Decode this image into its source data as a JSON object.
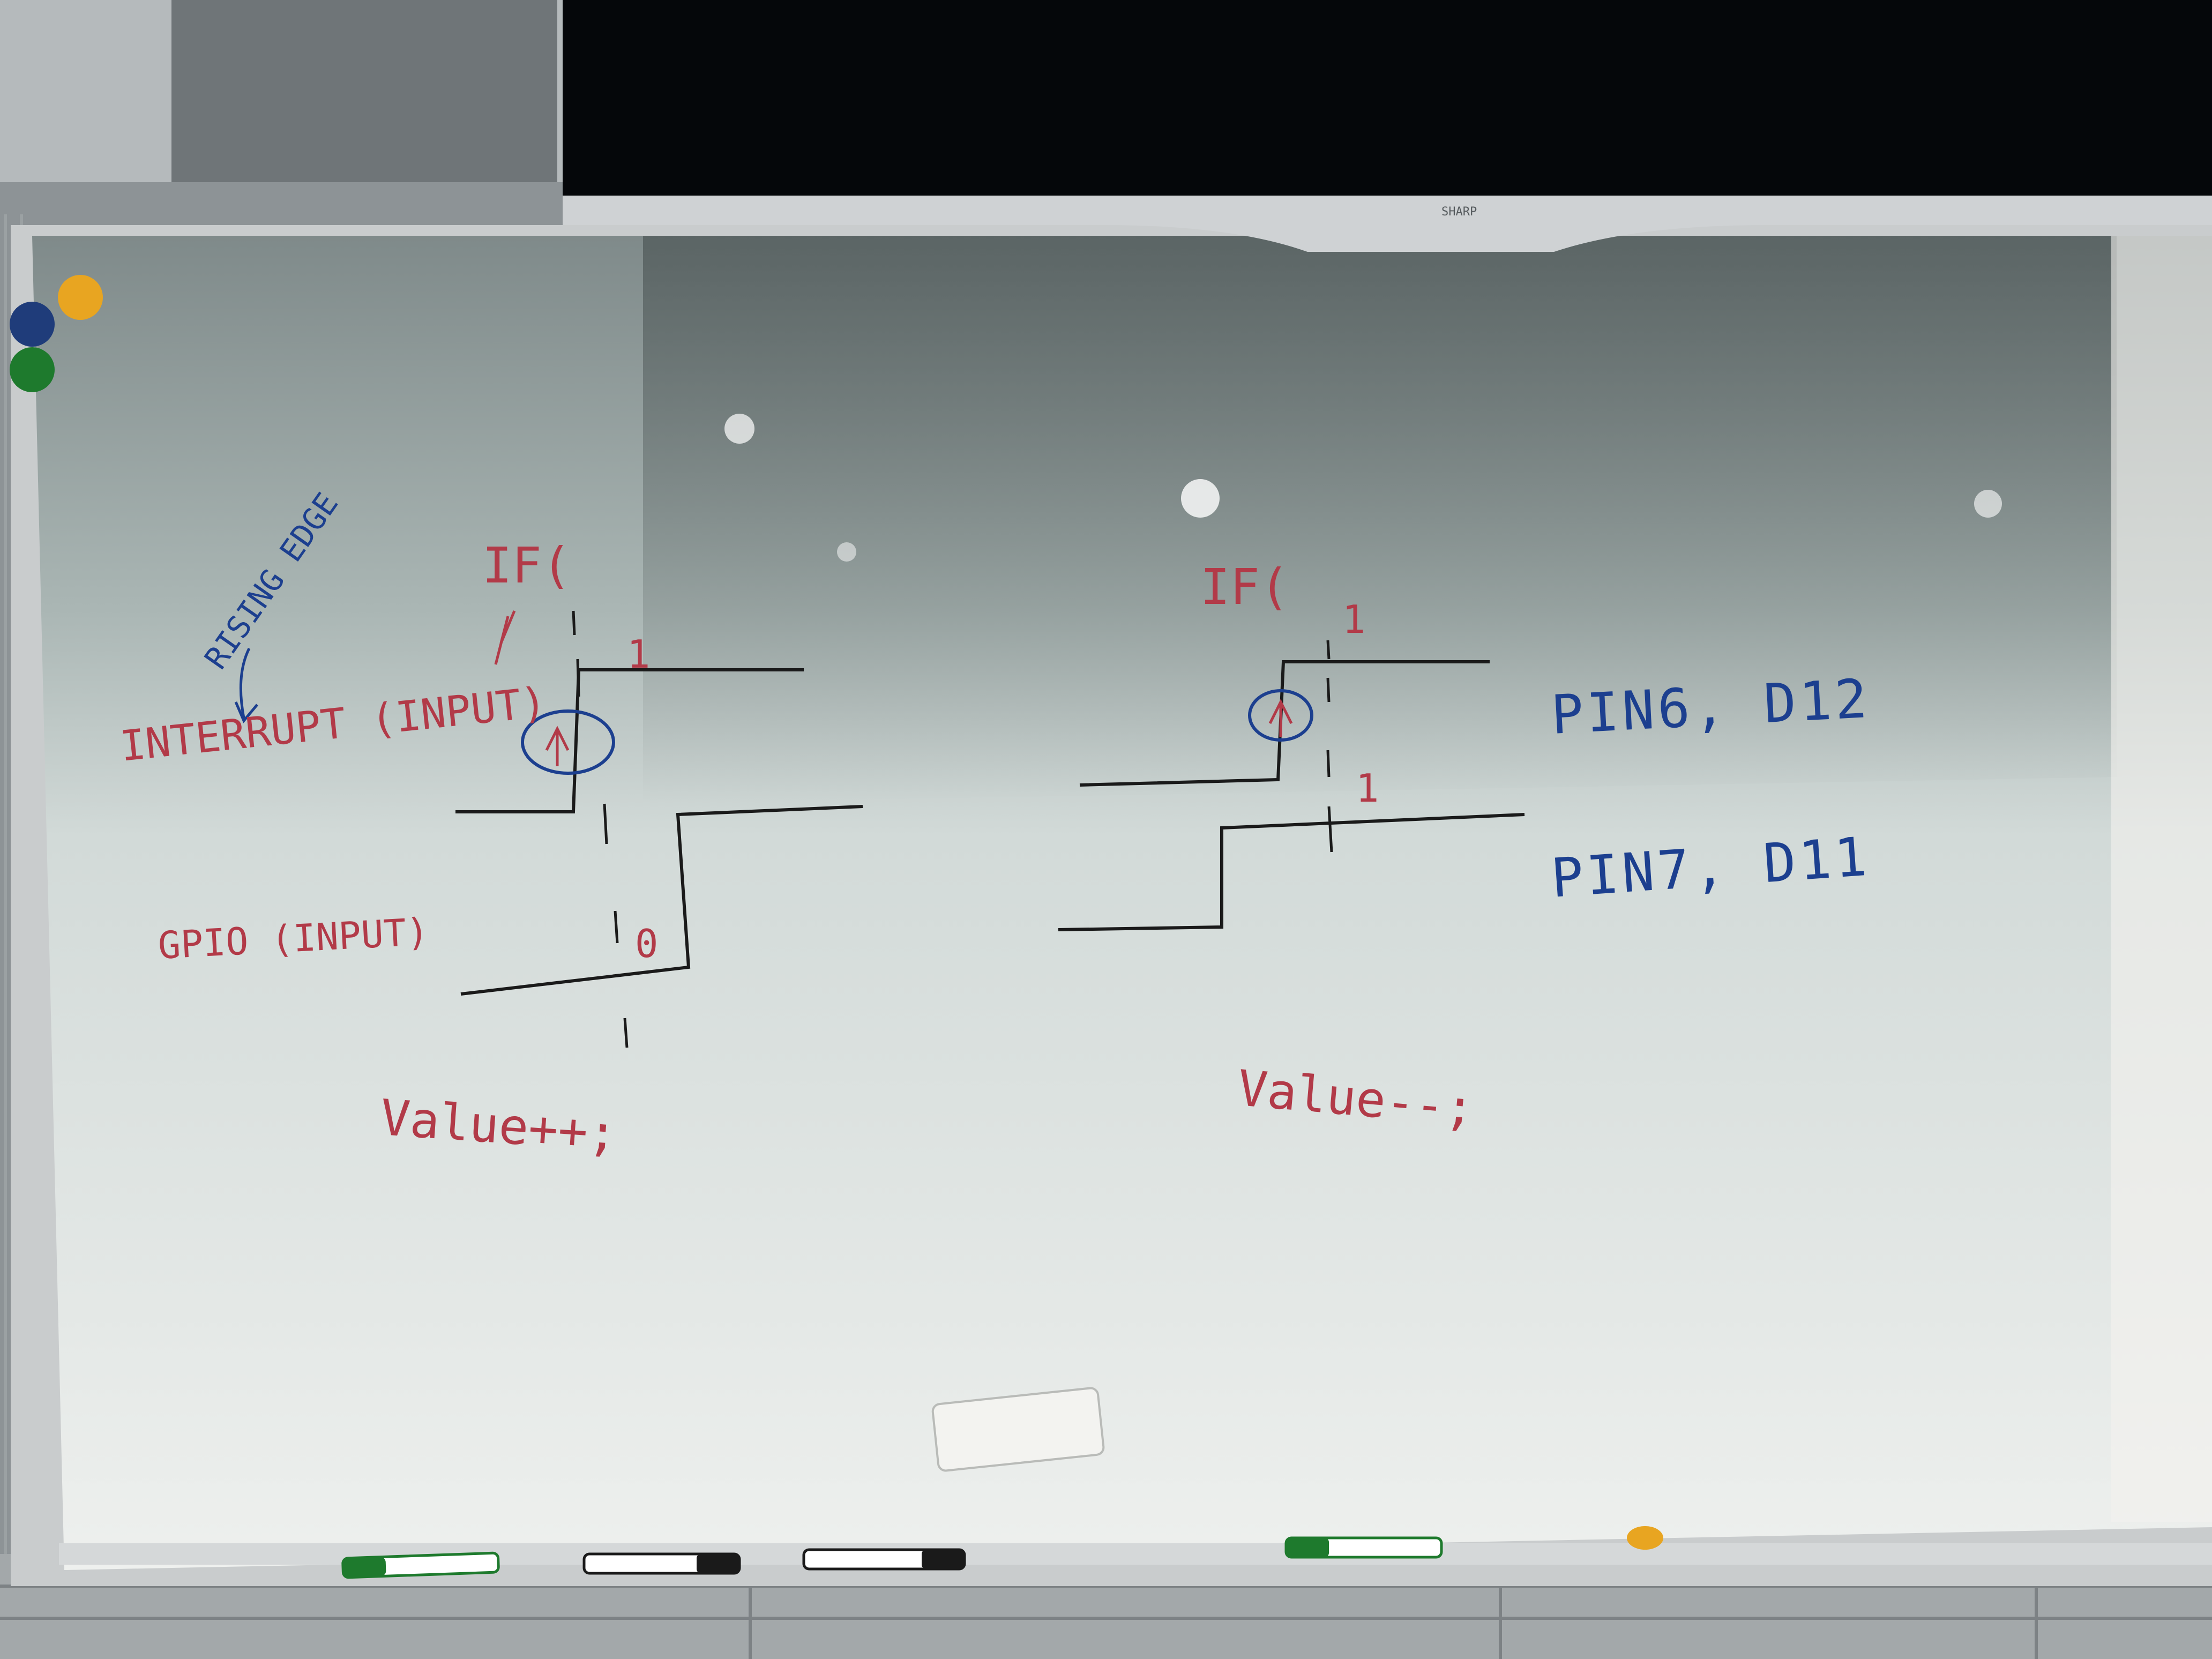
{
  "scene": {
    "description_colors": {
      "board": "#e9eceb",
      "frame": "#c9cccd",
      "marker_red": "#b23a48",
      "marker_blue": "#1c3f8f",
      "marker_black": "#1a1a1a",
      "tv_screen": "#05070a",
      "tv_bezel": "#cfd2d4",
      "wall": "#8f9598"
    },
    "tv": {
      "brand": "SHARP"
    },
    "whiteboard": {
      "left": {
        "note": "RISING EDGE",
        "if_text": "IF(",
        "interrupt_label": "INTERRUPT (INPUT)",
        "gpio_label": "GPIO (INPUT)",
        "high_mark": "1",
        "low_mark": "0",
        "action": "Value++;"
      },
      "right": {
        "if_text": "IF(",
        "high_mark_top": "1",
        "high_mark_bottom": "1",
        "action": "Value--;"
      },
      "pins": {
        "pin6": "PIN6, D12",
        "pin7": "PIN7, D11"
      }
    },
    "magnets": [
      "yellow-magnet",
      "blue-magnet",
      "green-magnet"
    ],
    "tray_items": [
      "green-marker",
      "black-marker",
      "black-marker-2",
      "green-marker-2",
      "orange-cap"
    ]
  }
}
